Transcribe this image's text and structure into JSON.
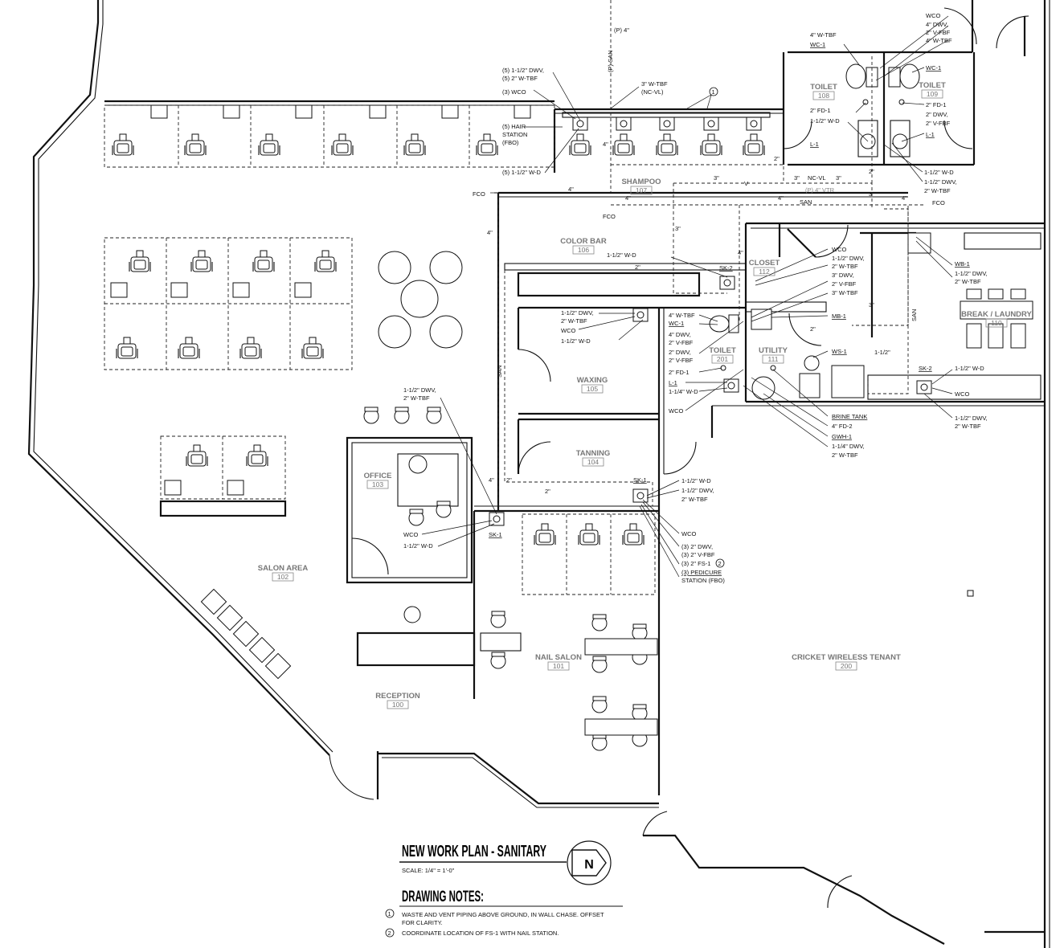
{
  "title": "NEW WORK PLAN - SANITARY",
  "scale": "SCALE: 1/4\" = 1'-0\"",
  "north": "N",
  "notes_title": "DRAWING NOTES:",
  "notes": [
    {
      "num": "1",
      "text": "WASTE AND VENT PIPING ABOVE GROUND, IN WALL CHASE. OFFSET",
      "text2": "FOR CLARITY."
    },
    {
      "num": "2",
      "text": "COORDINATE LOCATION OF FS-1 WITH NAIL STATION.",
      "text2": ""
    }
  ],
  "rooms": {
    "reception": {
      "name": "RECEPTION",
      "num": "100"
    },
    "nail_salon": {
      "name": "NAIL SALON",
      "num": "101"
    },
    "salon_area": {
      "name": "SALON AREA",
      "num": "102"
    },
    "office": {
      "name": "OFFICE",
      "num": "103"
    },
    "tanning": {
      "name": "TANNING",
      "num": "104"
    },
    "waxing": {
      "name": "WAXING",
      "num": "105"
    },
    "color_bar": {
      "name": "COLOR BAR",
      "num": "106"
    },
    "shampoo": {
      "name": "SHAMPOO",
      "num": "107"
    },
    "toilet108": {
      "name": "TOILET",
      "num": "108"
    },
    "toilet109": {
      "name": "TOILET",
      "num": "109"
    },
    "break": {
      "name": "BREAK / LAUNDRY",
      "num": "110"
    },
    "utility": {
      "name": "UTILITY",
      "num": "111"
    },
    "closet": {
      "name": "CLOSET",
      "num": "112"
    },
    "toilet201": {
      "name": "TOILET",
      "num": "201"
    },
    "cricket": {
      "name": "CRICKET WIRELESS TENANT",
      "num": "200"
    }
  },
  "labels": {
    "p4": "(P) 4\"",
    "p_san": "(P) SAN",
    "hair1": "(5) 1-1/2\" DWV,",
    "hair2": "(5) 2\" W-TBF",
    "hair3": "(3) WCO",
    "hair4": "(5) HAIR",
    "hair5": "STATION",
    "hair6": "(FBO)",
    "hair7": "(5) 1-1/2\" W-D",
    "wtbf3": "3\" W-TBF",
    "ncvl_p": "(NC-VL)",
    "note1": "1",
    "fco_a": "FCO",
    "fco_b": "FCO",
    "fco_c": "FCO",
    "in4_a": "4\"",
    "in4_b": "4\"",
    "in4_c": "4\"",
    "in4_d": "4\"",
    "in4_e": "4\"",
    "in4_f": "4\"",
    "in4_g": "4\"",
    "in4_h": "4\"",
    "in3_a": "3\"",
    "in3_b": "3\"",
    "in3_c": "3\"",
    "in3_d": "3\"",
    "in3_e": "3\"",
    "in3_f": "3\"",
    "in2_a": "2\"",
    "in2_b": "2\"",
    "in2_c": "2\"",
    "in2_d": "2\"",
    "in2_e": "2\"",
    "in2_f": "2\"",
    "v": "V",
    "ncvl": "NC-VL",
    "p4vtr": "(P) 4\" VTR",
    "san_h": "SAN",
    "san_v1": "SAN",
    "san_v2": "SAN",
    "t108_wtbf": "4\" W-TBF",
    "t108_wc": "WC-1",
    "t108_fd": "2\" FD-1",
    "t108_wd": "1-1/2\" W-D",
    "t108_l": "L-1",
    "t109_wco": "WCO",
    "t109_dwv": "4\" DWV,",
    "t109_vfbf": "2\" V-FBF",
    "t109_wtbf": "4\" W-TBF",
    "t109_wc": "WC-1",
    "t109_fd": "2\" FD-1",
    "t109_dwv2": "2\" DWV,",
    "t109_vfbf2": "2\" V-FBF",
    "t109_l": "L-1",
    "t109_wd": "1-1/2\" W-D",
    "t109_dwv3": "1-1/2\" DWV,",
    "t109_wtbf2": "2\" W-TBF",
    "cb_wd": "1-1/2\" W-D",
    "sk2a": "SK-2",
    "cl_wco": "WCO",
    "cl_dwv": "1-1/2\" DWV,",
    "cl_wtbf": "2\" W-TBF",
    "cl_dwv3": "3\" DWV,",
    "cl_vfbf": "2\" V-FBF",
    "cl_wtbf3": "3\" W-TBF",
    "wb1": "WB-1",
    "wb_dwv": "1-1/2\" DWV,",
    "wb_wtbf": "2\" W-TBF",
    "mb1": "MB-1",
    "ws1": "WS-1",
    "in112": "1-1/2\"",
    "sk2b": "SK-2",
    "sk2b_wd": "1-1/2\" W-D",
    "sk2b_wco": "WCO",
    "sk2b_dwv": "1-1/2\" DWV,",
    "sk2b_wtbf": "2\" W-TBF",
    "brine": "BRINE TANK",
    "fd2": "4\" FD-2",
    "gwh": "GWH-1",
    "gwh_dwv": "1-1/4\" DWV,",
    "gwh_wtbf": "2\" W-TBF",
    "t201_wtbf": "4\" W-TBF",
    "t201_wc": "WC-1",
    "t201_dwv": "4\" DWV,",
    "t201_vfbf": "2\" V-FBF",
    "t201_dwv2": "2\" DWV,",
    "t201_vfbf2": "2\" V-FBF",
    "t201_fd": "2\" FD-1",
    "t201_l": "L-1",
    "t201_wd": "1-1/4\" W-D",
    "t201_wco": "WCO",
    "wx_dwv": "1-1/2\" DWV,",
    "wx_wtbf": "2\" W-TBF",
    "wx_wco": "WCO",
    "wx_wd": "1-1/2\" W-D",
    "sk1a": "SK-1",
    "sk1a_wd": "1-1/2\" W-D",
    "sk1a_dwv": "1-1/2\" DWV,",
    "sk1a_wtbf": "2\" W-TBF",
    "pd_wco": "WCO",
    "pd_dwv": "(3) 2\" DWV,",
    "pd_vfbf": "(3) 2\" V-FBF",
    "pd_fs": "(3) 2\" FS-1",
    "pd_note": "2",
    "pd_ped": "(3) PEDICURE",
    "pd_st": "STATION (FBO)",
    "of_dwv": "1-1/2\" DWV,",
    "of_wtbf": "2\" W-TBF",
    "of_wco": "WCO",
    "of_wd": "1-1/2\" W-D",
    "sk1b": "SK-1"
  }
}
